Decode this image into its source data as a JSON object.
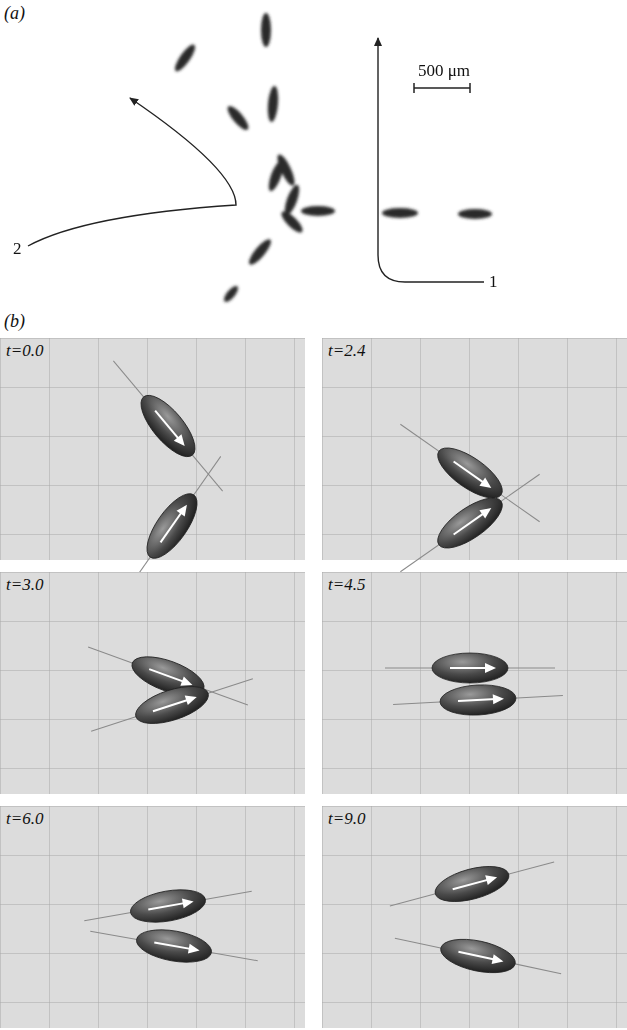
{
  "diagram": {
    "labels": [
      "(a)",
      "500 μm",
      "1",
      "2",
      "(b)",
      "t=0.0",
      "t=2.4",
      "t=3.0",
      "t=4.5",
      "t=6.0",
      "t=9.0"
    ]
  }
}
